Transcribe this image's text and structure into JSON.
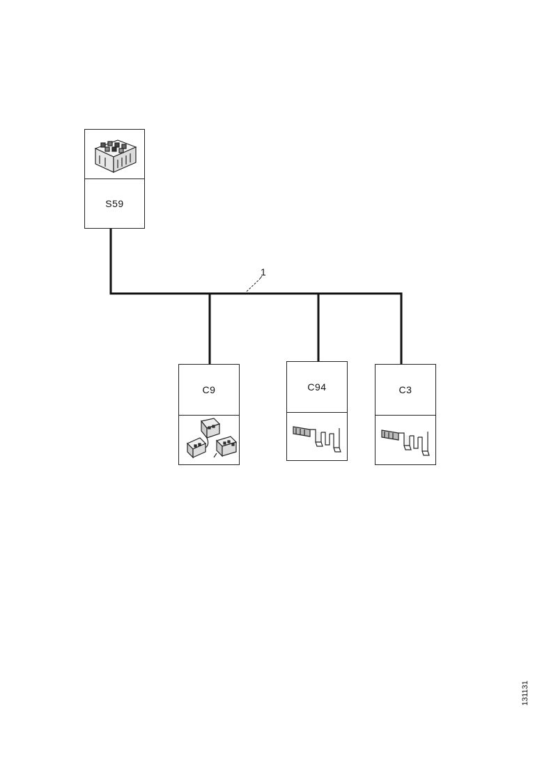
{
  "components": {
    "main": {
      "label": "S59",
      "icon": "fuse-box-icon"
    },
    "c1": {
      "label": "C9",
      "icon": "multi-connector-icon"
    },
    "c2": {
      "label": "C94",
      "icon": "terminal-connector-icon"
    },
    "c3": {
      "label": "C3",
      "icon": "terminal-connector-icon"
    }
  },
  "callout": "1",
  "figure_id": "131131"
}
